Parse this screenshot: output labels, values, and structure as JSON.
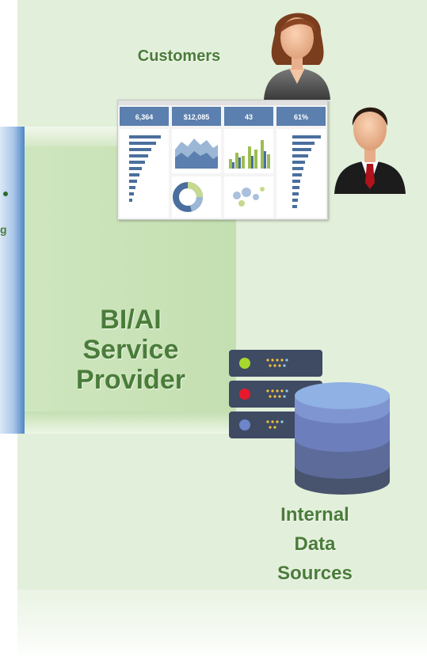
{
  "labels": {
    "customers": "Customers",
    "bi_line1": "BI/AI",
    "bi_line2": "Service",
    "bi_line3": "Provider",
    "data_line1": "Internal",
    "data_line2": "Data",
    "data_line3": "Sources"
  },
  "sidebar_fragment": {
    "glyph": "g"
  },
  "dashboard": {
    "kpis": [
      {
        "value": "6,364"
      },
      {
        "value": "$12,085"
      },
      {
        "value": "43"
      },
      {
        "value": "61%"
      }
    ]
  },
  "colors": {
    "background": "#e2efda",
    "inner_panel": "#c4dfb1",
    "text_green": "#4a7c3a",
    "dashboard_header": "#5b7fae",
    "server_body": "#3f4a63",
    "led_green": "#a6d92b",
    "led_red": "#e8192c",
    "led_blue": "#6d86c9",
    "db_top": "#8fb1e3",
    "db_mid": "#6c7fbc",
    "db_bottom": "#48536d"
  }
}
